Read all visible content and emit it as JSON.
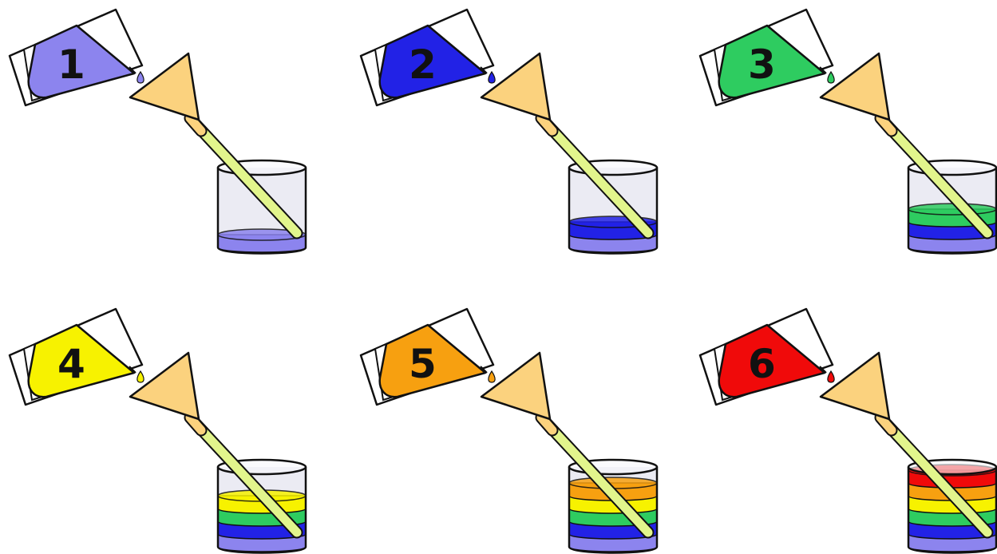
{
  "steps": [
    {
      "label": "1",
      "color": "#8c84ee"
    },
    {
      "label": "2",
      "color": "#2222e6"
    },
    {
      "label": "3",
      "color": "#2ecc60"
    },
    {
      "label": "4",
      "color": "#f7f200"
    },
    {
      "label": "5",
      "color": "#f7a010"
    },
    {
      "label": "6",
      "color": "#f00a0a"
    }
  ],
  "funnel_color": "#fbd27e",
  "straw_color": "#e2f58c",
  "glass_color": "#ebebf3"
}
